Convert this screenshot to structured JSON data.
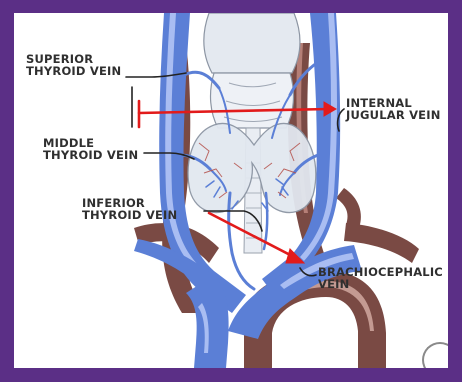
{
  "labels": {
    "superior": [
      "SUPERIOR",
      "THYROID VEIN"
    ],
    "internal_jugular": [
      "INTERNAL",
      "JUGULAR VEIN"
    ],
    "middle": [
      "MIDDLE",
      "THYROID VEIN"
    ],
    "inferior": [
      "INFERIOR",
      "THYROID VEIN"
    ],
    "brachiocephalic": [
      "BRACHIOCEPHALIC",
      "VEIN"
    ]
  },
  "colors": {
    "frame": "#5b2f86",
    "vein": "#5b7fd6",
    "vein_light": "#a9bdf2",
    "artery": "#7a4a44",
    "artery_light": "#c49a92",
    "thyroid": "#e7ecf3",
    "pointer_red": "#e21b1b",
    "leader": "#222222"
  },
  "icons": [
    "thyroid-gland-illustration",
    "corner-mark-icon"
  ]
}
